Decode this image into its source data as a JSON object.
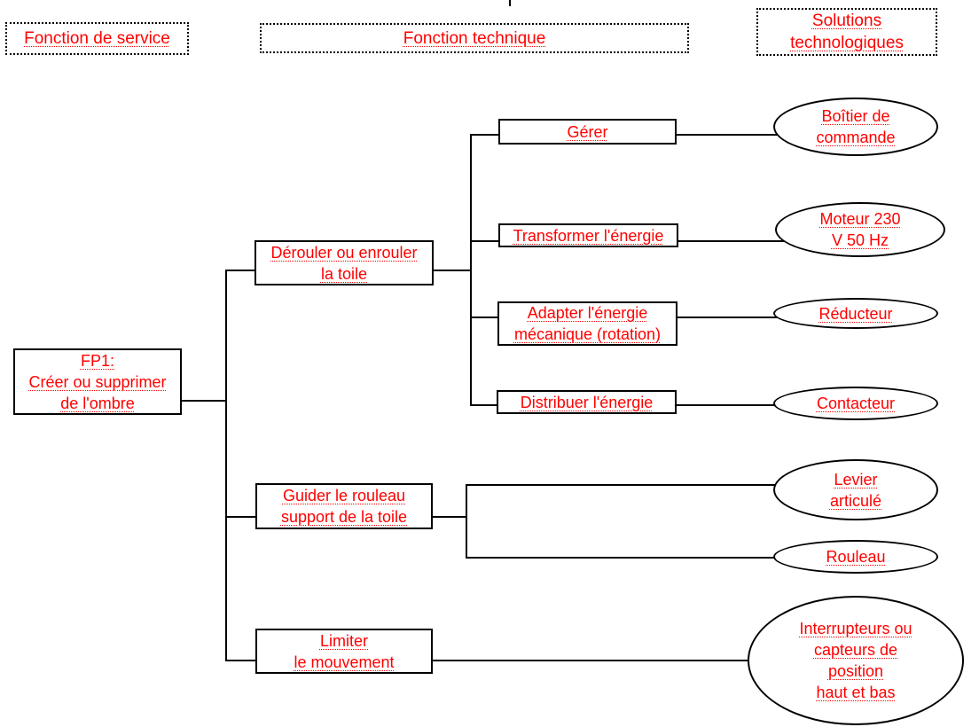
{
  "colors": {
    "text": "#ff0000",
    "line": "#000000",
    "background": "#ffffff"
  },
  "headers": {
    "service": "Fonction de service",
    "technique": "Fonction technique",
    "solutions": [
      "Solutions",
      "technologiques"
    ]
  },
  "nodes": {
    "fp1": [
      "FP1:",
      "Créer ou supprimer",
      "de l'ombre"
    ],
    "derouler": [
      "Dérouler ou enrouler",
      "la toile"
    ],
    "guider": [
      "Guider le rouleau",
      "support de la toile"
    ],
    "limiter": [
      "Limiter",
      "le mouvement"
    ],
    "gerer": [
      "Gérer"
    ],
    "transformer": [
      "Transformer l'énergie"
    ],
    "adapter": [
      "Adapter l'énergie",
      "mécanique (rotation)"
    ],
    "distribuer": [
      "Distribuer l'énergie"
    ]
  },
  "solutions": {
    "boitier": [
      "Boîtier de",
      "commande"
    ],
    "moteur": [
      "Moteur 230",
      "V 50 Hz"
    ],
    "reducteur": [
      "Réducteur"
    ],
    "contacteur": [
      "Contacteur"
    ],
    "levier": [
      "Levier",
      "articulé"
    ],
    "rouleau": [
      "Rouleau"
    ],
    "interrupteurs": [
      "Interrupteurs ou",
      "capteurs de",
      "position",
      "haut et bas"
    ]
  },
  "edges": [
    {
      "from": "fp1",
      "to": "derouler"
    },
    {
      "from": "fp1",
      "to": "guider"
    },
    {
      "from": "fp1",
      "to": "limiter"
    },
    {
      "from": "derouler",
      "to": "gerer"
    },
    {
      "from": "derouler",
      "to": "transformer"
    },
    {
      "from": "derouler",
      "to": "adapter"
    },
    {
      "from": "derouler",
      "to": "distribuer"
    },
    {
      "from": "gerer",
      "to": "boitier"
    },
    {
      "from": "transformer",
      "to": "moteur"
    },
    {
      "from": "adapter",
      "to": "reducteur"
    },
    {
      "from": "distribuer",
      "to": "contacteur"
    },
    {
      "from": "guider",
      "to": "levier"
    },
    {
      "from": "guider",
      "to": "rouleau"
    },
    {
      "from": "limiter",
      "to": "interrupteurs"
    }
  ]
}
